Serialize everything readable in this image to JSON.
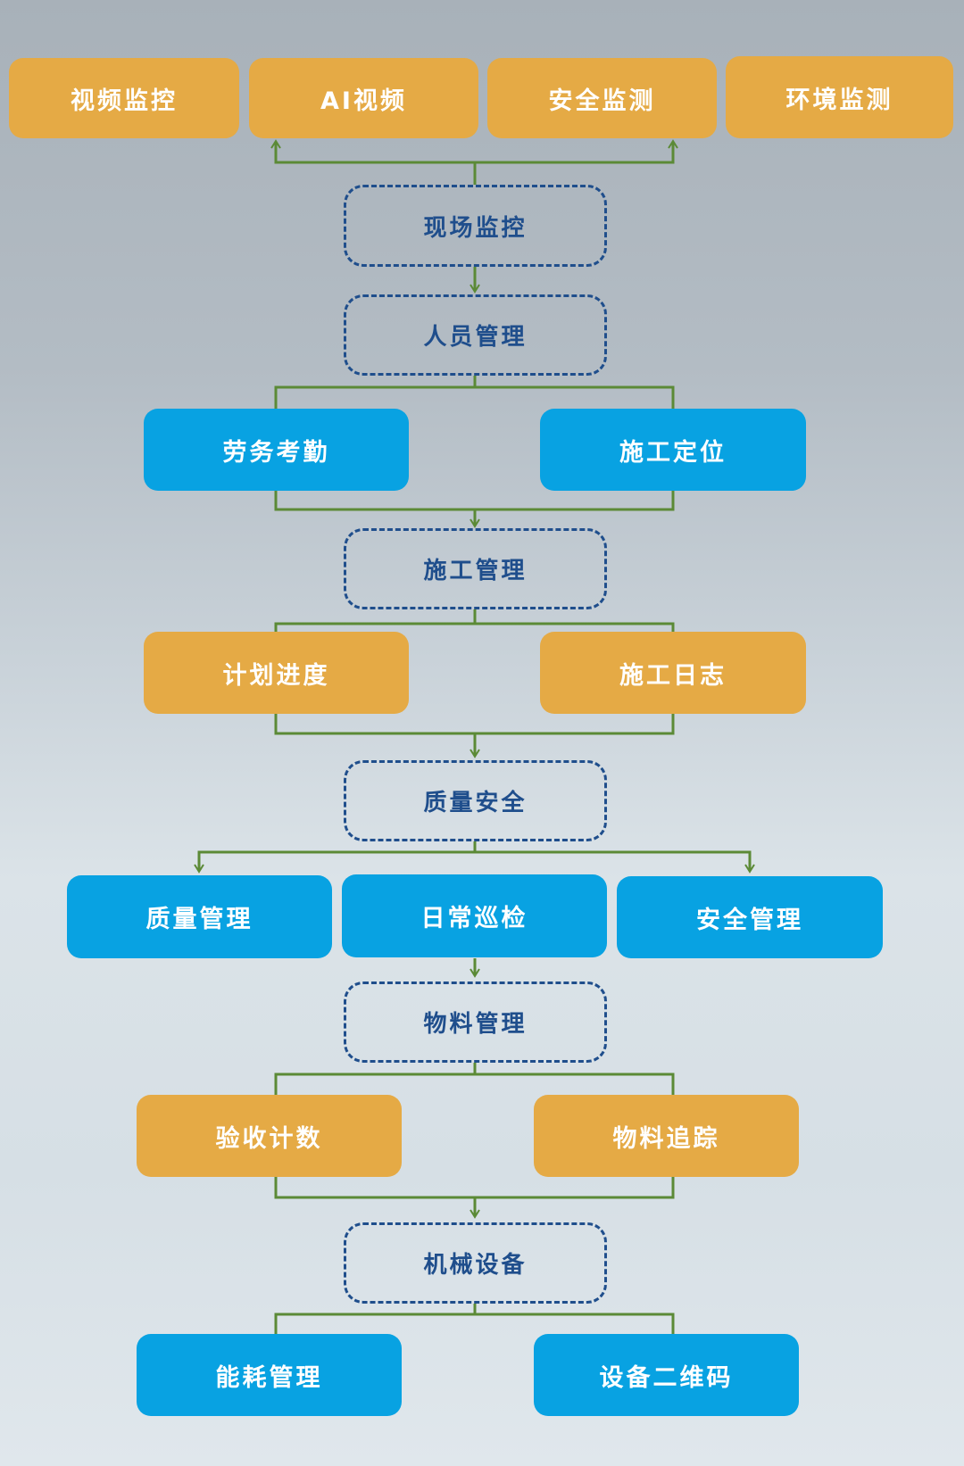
{
  "top_row": [
    "视频监控",
    "AI视频",
    "安全监测",
    "环境监测"
  ],
  "sections": {
    "site_monitoring": "现场监控",
    "personnel": "人员管理",
    "construction": "施工管理",
    "quality_safety": "质量安全",
    "materials": "物料管理",
    "machinery": "机械设备"
  },
  "personnel_items": [
    "劳务考勤",
    "施工定位"
  ],
  "construction_items": [
    "计划进度",
    "施工日志"
  ],
  "quality_items": [
    "质量管理",
    "日常巡检",
    "安全管理"
  ],
  "material_items": [
    "验收计数",
    "物料追踪"
  ],
  "machinery_items": [
    "能耗管理",
    "设备二维码"
  ],
  "colors": {
    "orange": "#e5aa45",
    "blue": "#08a2e2",
    "dashed": "#1f4e8c",
    "connector": "#5b8a36"
  }
}
